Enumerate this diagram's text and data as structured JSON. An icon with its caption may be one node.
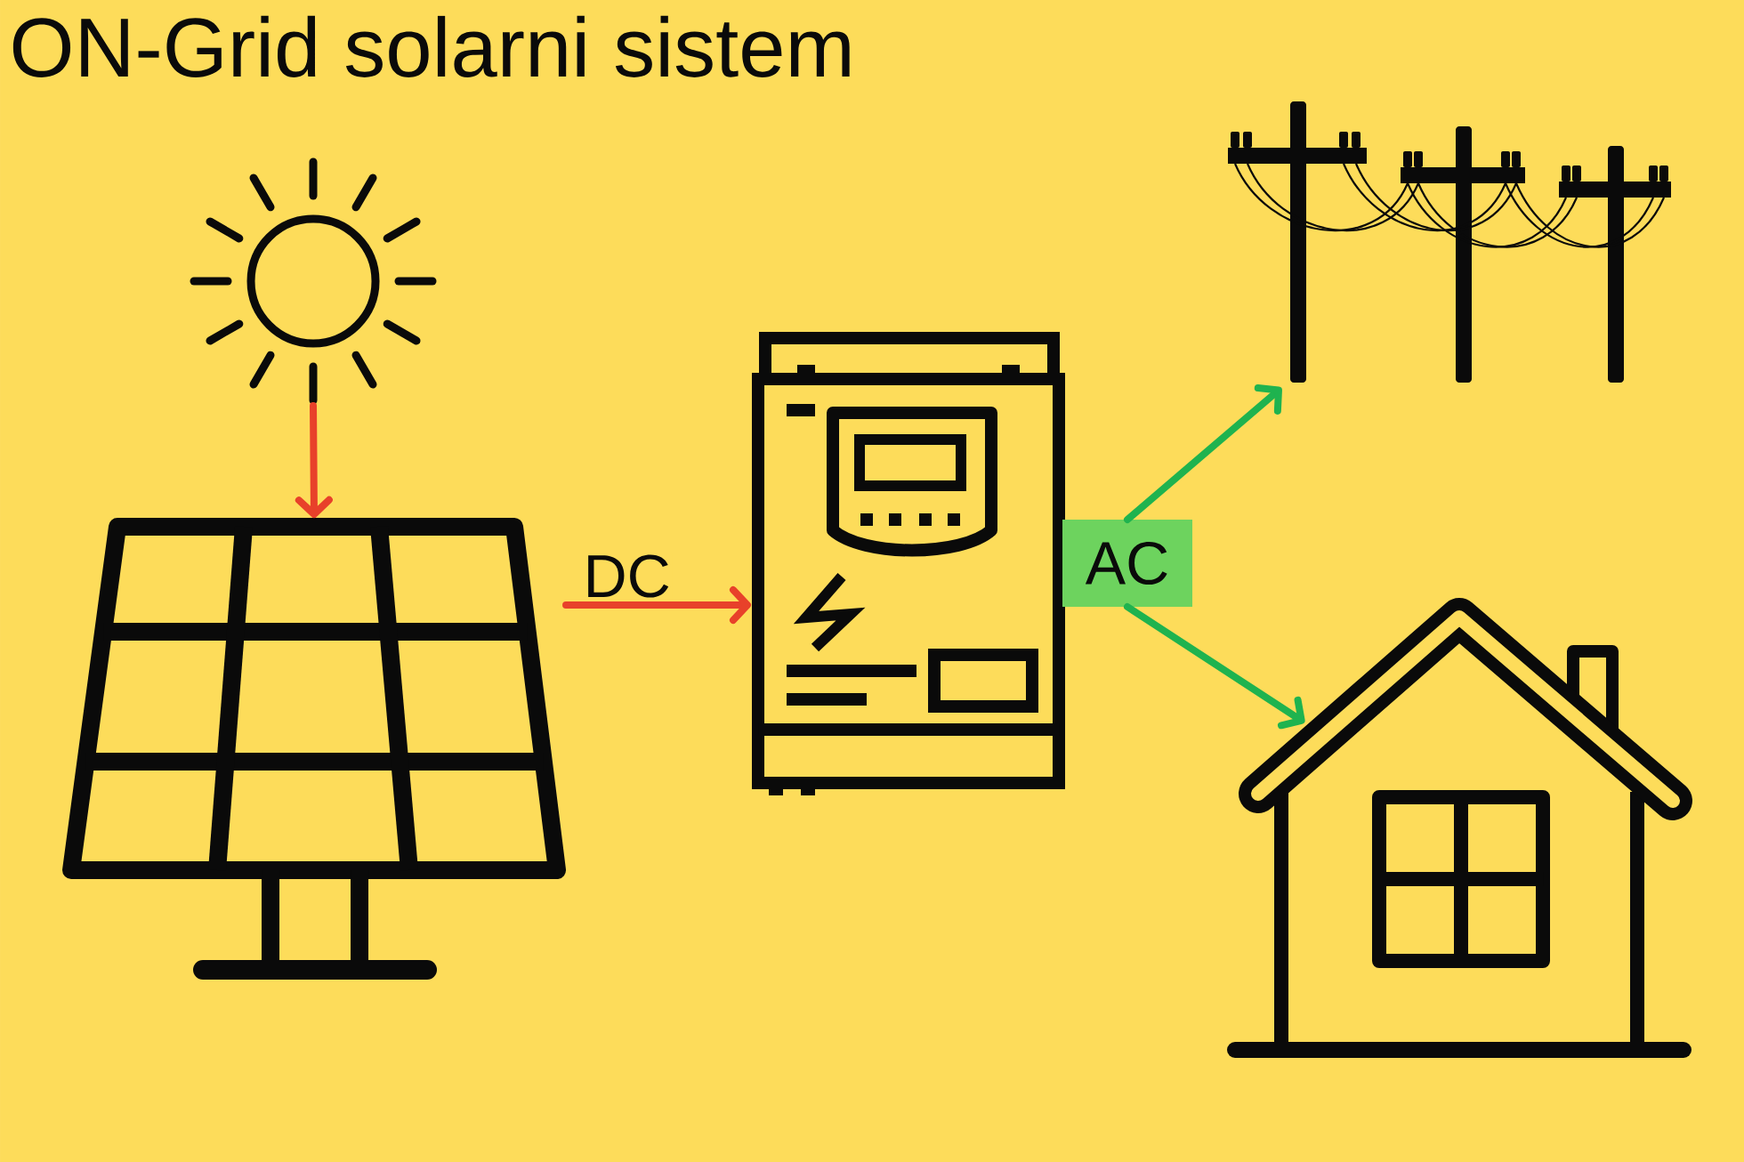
{
  "diagram": {
    "title": "ON-Grid solarni sistem",
    "nodes": [
      {
        "text": [],
        "shape": "picture"
      },
      {
        "text": [],
        "shape": "picture"
      },
      {
        "text": [],
        "shape": "picture"
      },
      {
        "text": [
          "AC"
        ]
      },
      {
        "text": [],
        "shape": "picture"
      },
      {
        "text": [],
        "shape": "picture"
      }
    ],
    "edges": [
      {
        "from": 0,
        "to": 1,
        "arrow": "to",
        "color": "#e8412a"
      },
      {
        "from": 1,
        "to": 2,
        "arrow": "to",
        "label": "DC",
        "color": "#e8412a"
      },
      {
        "from": 3,
        "to": 4,
        "arrow": "to",
        "color": "#1fb34f"
      },
      {
        "from": 3,
        "to": 5,
        "arrow": "to",
        "color": "#1fb34f"
      }
    ]
  }
}
